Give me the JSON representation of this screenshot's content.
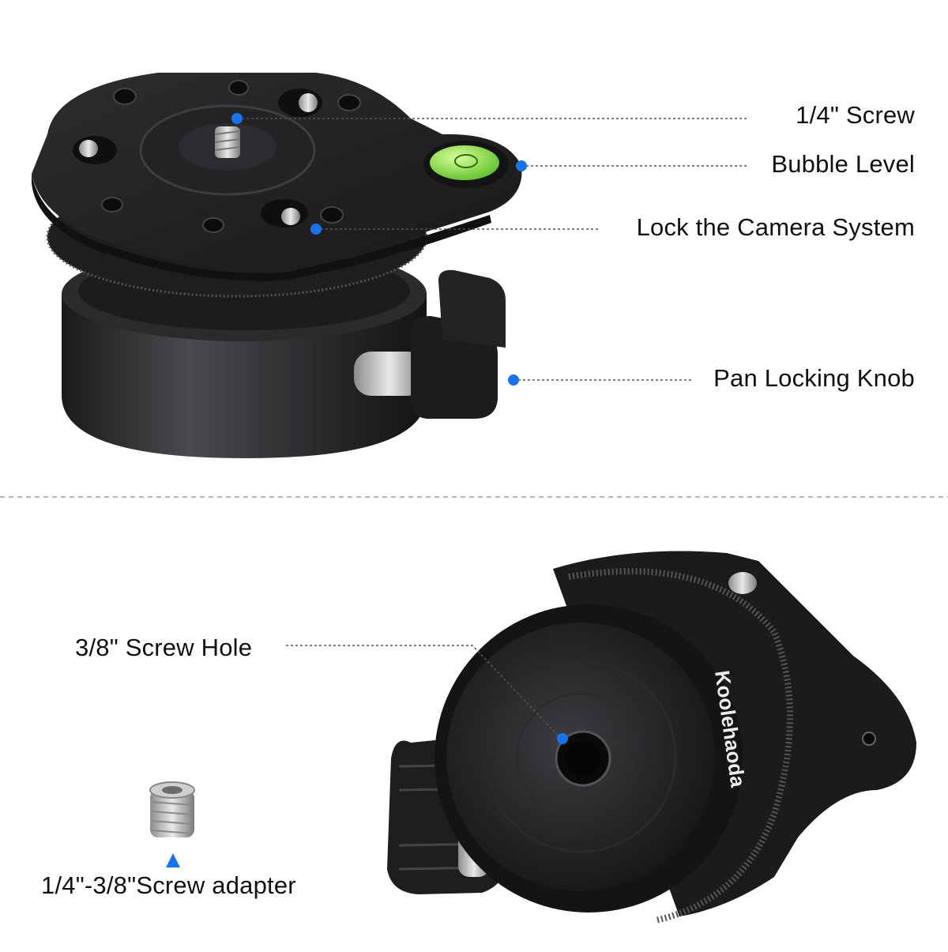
{
  "colors": {
    "accent_dot": "#1a73e8",
    "level_glass": "#8ee04a",
    "triangle": "#1a73e8",
    "metal_dark": "#1d1d1f",
    "metal_mid": "#3a3a3d",
    "divider": "#b5b5b5"
  },
  "callouts": {
    "screw_quarter": "1/4\" Screw",
    "bubble_level": "Bubble Level",
    "lock_camera": "Lock the Camera System",
    "pan_knob": "Pan Locking Knob",
    "screw_hole": "3/8\" Screw Hole",
    "adapter": "1/4\"-3/8\"Screw adapter"
  },
  "brand": {
    "engraving": "Koolehaoda"
  }
}
